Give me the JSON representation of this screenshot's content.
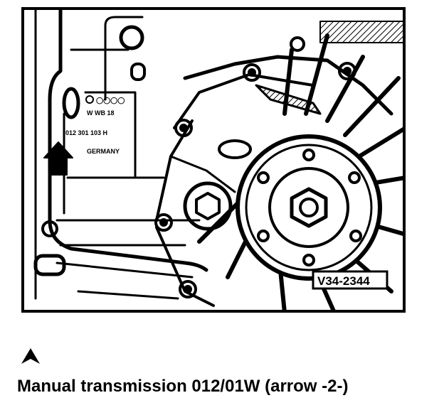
{
  "figure": {
    "part_marking": {
      "line1": "W WB 18",
      "line2": "012 301 103 H",
      "line3": "GERMANY"
    },
    "reference_label": "V34-2344"
  },
  "caption": {
    "text": "Manual transmission 012/01W (arrow -2-)"
  },
  "icons": {
    "nav": "up-arrow-icon"
  }
}
